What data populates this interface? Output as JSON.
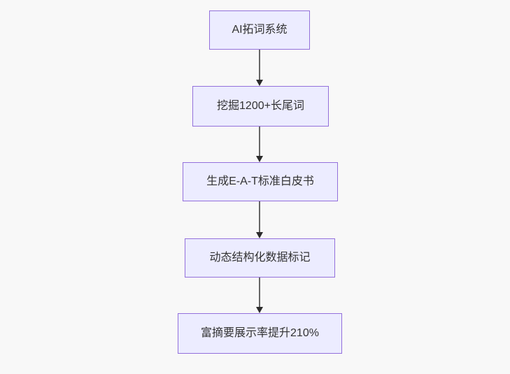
{
  "diagram": {
    "type": "flowchart",
    "direction": "top-down",
    "colors": {
      "page_bg": "#f8f8f8",
      "node_fill": "#ECECFF",
      "node_border": "#9370DB",
      "edge_color": "#666666",
      "arrow_color": "#2b2b2b",
      "text_color": "#333333"
    },
    "nodes": [
      {
        "id": "step-1",
        "label": "AI拓词系统"
      },
      {
        "id": "step-2",
        "label": "挖掘1200+长尾词"
      },
      {
        "id": "step-3",
        "label": "生成E-A-T标准白皮书"
      },
      {
        "id": "step-4",
        "label": "动态结构化数据标记"
      },
      {
        "id": "step-5",
        "label": "富摘要展示率提升210%"
      }
    ],
    "edges": [
      {
        "from": "step-1",
        "to": "step-2"
      },
      {
        "from": "step-2",
        "to": "step-3"
      },
      {
        "from": "step-3",
        "to": "step-4"
      },
      {
        "from": "step-4",
        "to": "step-5"
      }
    ]
  }
}
